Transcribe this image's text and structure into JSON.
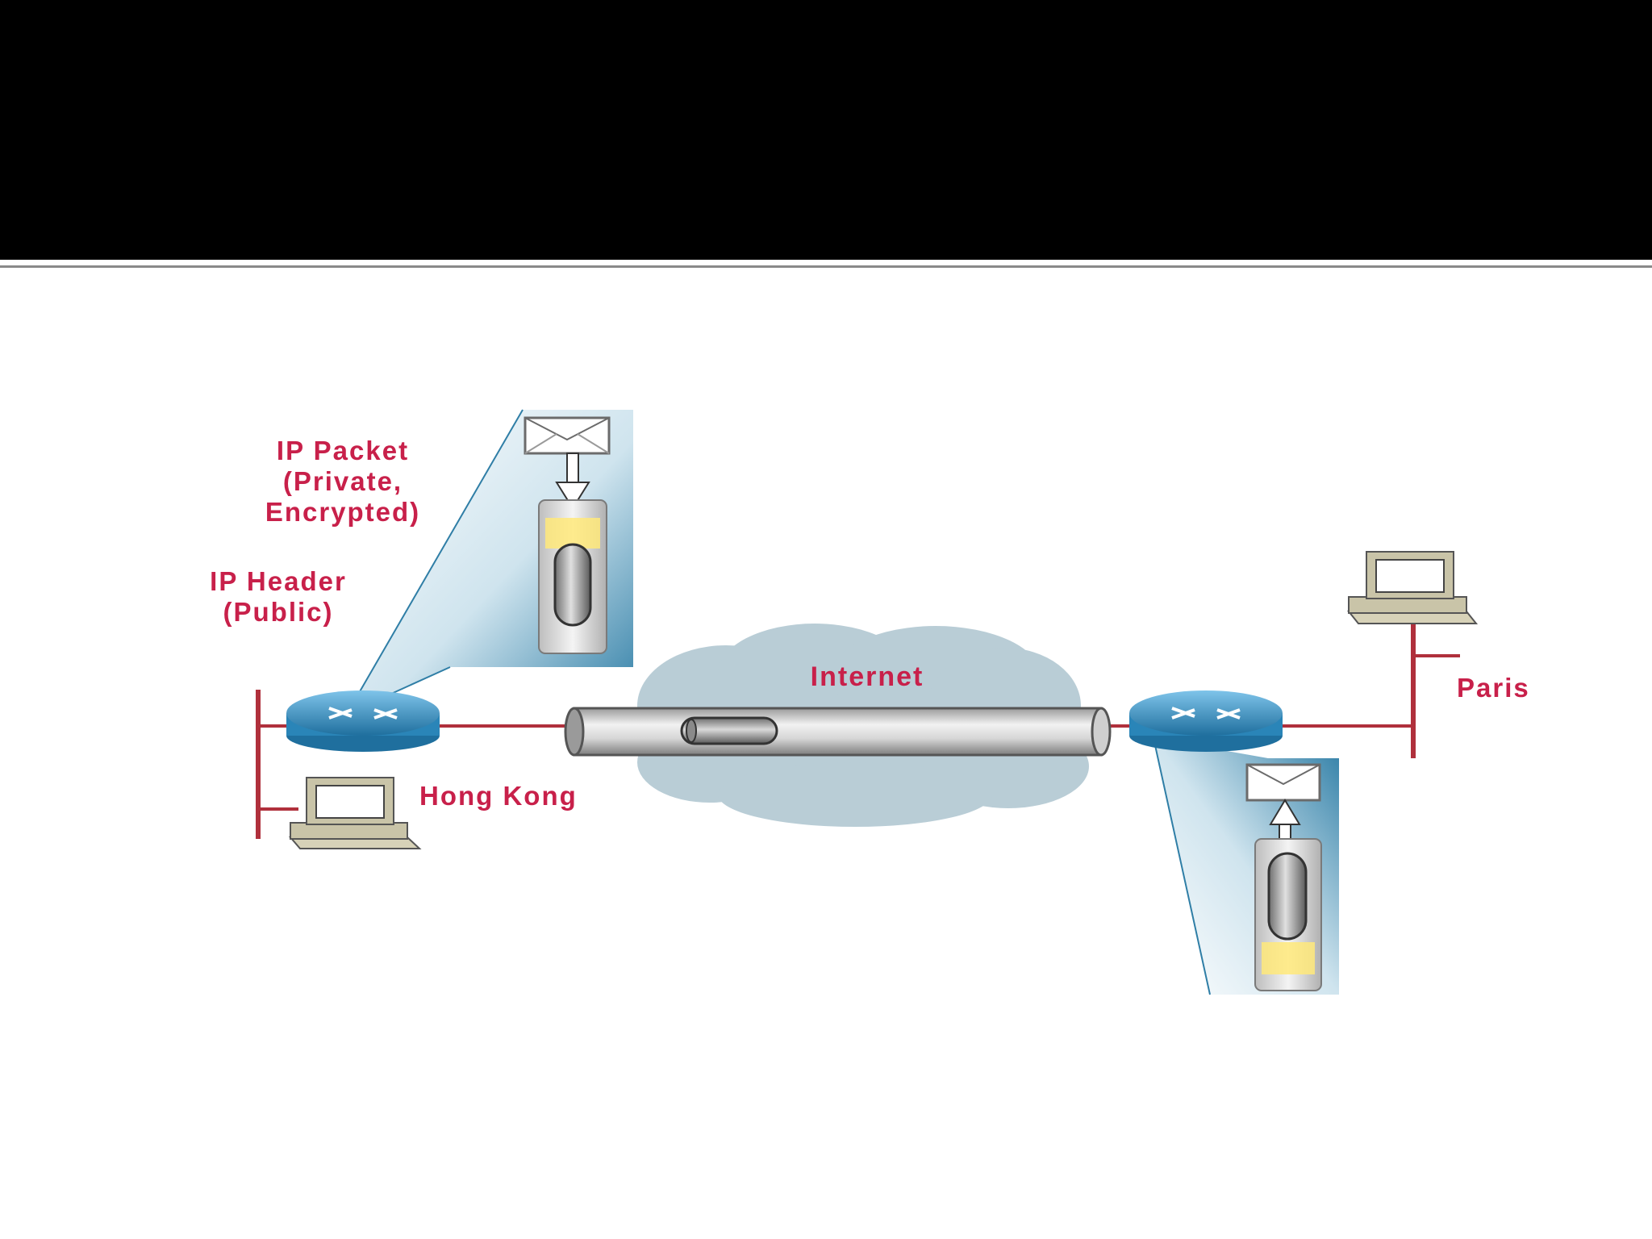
{
  "diagram": {
    "labels": {
      "ip_packet_line1": "IP Packet",
      "ip_packet_line2": "(Private,",
      "ip_packet_line3": "Encrypted)",
      "ip_header_line1": "IP Header",
      "ip_header_line2": "(Public)",
      "internet": "Internet",
      "hong_kong": "Hong Kong",
      "paris": "Paris"
    },
    "nodes": [
      {
        "id": "hong-kong-router",
        "type": "router",
        "icon": "router-icon"
      },
      {
        "id": "paris-router",
        "type": "router",
        "icon": "router-icon"
      },
      {
        "id": "hong-kong-pc",
        "type": "computer",
        "icon": "computer-icon"
      },
      {
        "id": "paris-pc",
        "type": "computer",
        "icon": "computer-icon"
      },
      {
        "id": "internet-cloud",
        "type": "cloud",
        "icon": "cloud-icon"
      },
      {
        "id": "vpn-tunnel",
        "type": "tunnel",
        "icon": "tunnel-icon"
      }
    ],
    "edges": [
      {
        "from": "hong-kong-pc",
        "to": "hong-kong-router"
      },
      {
        "from": "hong-kong-router",
        "to": "vpn-tunnel"
      },
      {
        "from": "vpn-tunnel",
        "to": "paris-router"
      },
      {
        "from": "paris-router",
        "to": "paris-pc"
      }
    ],
    "colors": {
      "label_text": "#c8204a",
      "link_line": "#b0303c",
      "callout_panel": "#2f7ea6",
      "router": "#3a9bd0",
      "cloud": "#b9cdd6"
    }
  }
}
